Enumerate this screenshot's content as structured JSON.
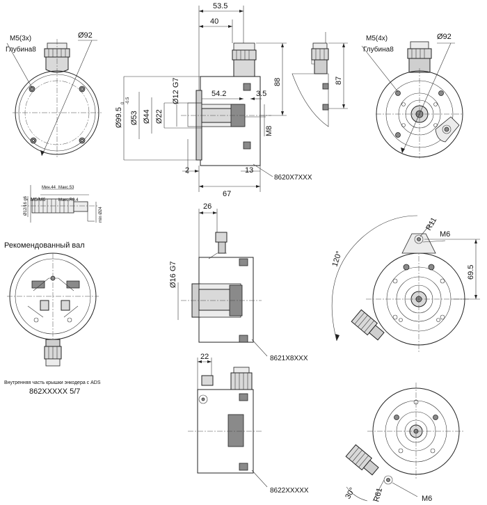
{
  "labels": {
    "m5_3x": "M5(3x)",
    "depth_left": "Глубина8",
    "d92_left": "Ø92",
    "dim_53_5": "53.5",
    "dim_40": "40",
    "dim_88": "88",
    "dim_87": "87",
    "d12_g7": "Ø12 G7",
    "d99_5": "Ø99.5",
    "tol_0": "0",
    "tol_05": "-0.5",
    "d53": "Ø53",
    "d44": "Ø44",
    "d22": "Ø22",
    "dim_54_2": "54.2",
    "dim_3_5": "3.5",
    "m8": "M8",
    "dim_2": "2",
    "dim_13": "13",
    "dim_67": "67",
    "part_8620": "8620X7XXX",
    "m5_4x": "M5(4x)",
    "depth_right": "Глубина8",
    "d92_right": "Ø92",
    "shaft_d12_16": "Ø12/16 g6",
    "shaft_min44": "Мин.44",
    "shaft_max53": "Макс.53",
    "shaft_m5m6": "M5/M6",
    "shaft_r04": "Макс.R0.4",
    "shaft_min_d24": "min Ø24",
    "recommended_shaft": "Рекомендованный вал",
    "dim_26": "26",
    "d16_g7": "Ø16 G7",
    "part_8621": "8621X8XXX",
    "r11": "R11",
    "m6_top": "M6",
    "angle_120": "120°",
    "dim_69_5": "69.5",
    "cover_caption": "Внутренняя часть крышки энкодера с ADS",
    "cover_part": "862XXXXX 5/7",
    "dim_22": "22",
    "part_8622": "8622XXXXX",
    "angle_30": "30°",
    "r61": "R61",
    "m6_bottom": "M6"
  }
}
